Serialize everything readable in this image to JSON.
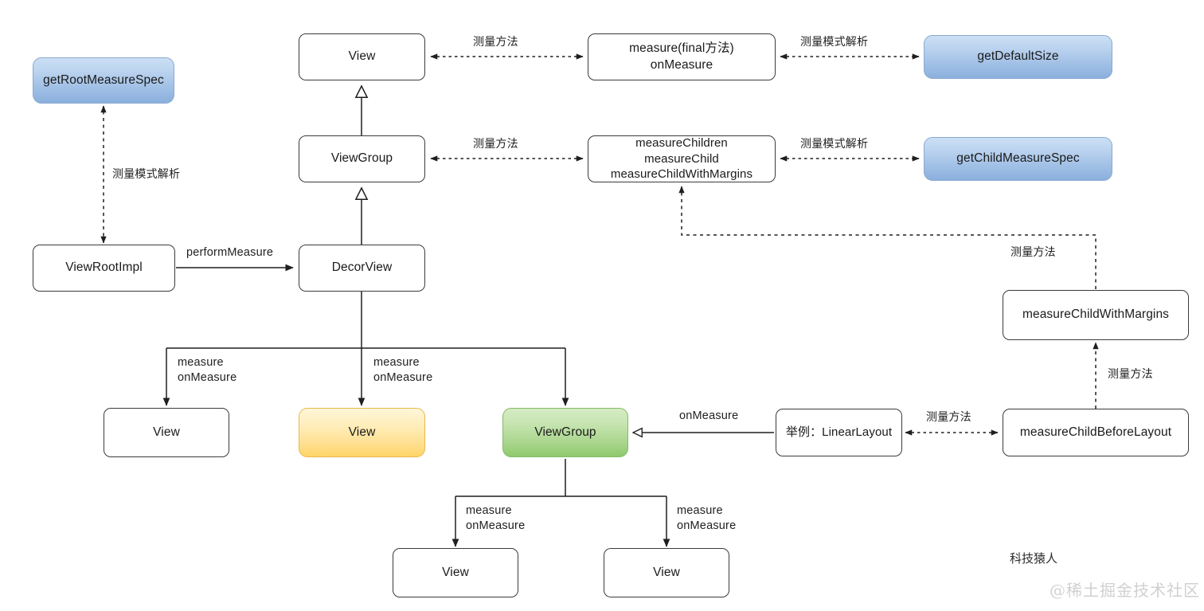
{
  "diagram": {
    "title": "Android View Measure Flow",
    "background": "#ffffff",
    "colors": {
      "blue_top": "#ccdff5",
      "blue_bottom": "#8bb0dd",
      "blue_border": "#8aa9cf",
      "yellow_top": "#fff6d9",
      "yellow_bottom": "#ffd566",
      "yellow_border": "#e8b84b",
      "green_top": "#d6ecc4",
      "green_bottom": "#8ec96d",
      "green_border": "#84ba68",
      "plain_border": "#3b3b3b",
      "text": "#1a1a1a",
      "watermark": "#d0d0d0"
    }
  },
  "nodes": {
    "get_root_measure_spec": "getRootMeasureSpec",
    "view_top": "View",
    "measure_final": "measure(final方法)\nonMeasure",
    "get_default_size": "getDefaultSize",
    "view_group_top": "ViewGroup",
    "measure_children": "measureChildren\nmeasureChild\nmeasureChildWithMargins",
    "get_child_measure_spec": "getChildMeasureSpec",
    "view_root_impl": "ViewRootImpl",
    "decor_view": "DecorView",
    "measure_child_with_margins": "measureChildWithMargins",
    "child_view_left": "View",
    "child_view_mid": "View",
    "child_view_group": "ViewGroup",
    "linear_layout": "举例：LinearLayout",
    "measure_child_before_layout": "measureChildBeforeLayout",
    "leaf_view_left": "View",
    "leaf_view_right": "View"
  },
  "edge_labels": {
    "measure_method_1": "测量方法",
    "measure_mode_parse_1": "测量模式解析",
    "measure_method_2": "测量方法",
    "measure_mode_parse_2": "测量模式解析",
    "measure_mode_parse_root": "测量模式解析",
    "perform_measure": "performMeasure",
    "measure_method_right_top": "测量方法",
    "measure_method_right_bottom": "测量方法",
    "measure_method_linear": "测量方法",
    "on_measure": "onMeasure",
    "measure_onmeasure_1": "measure\nonMeasure",
    "measure_onmeasure_2": "measure\nonMeasure",
    "measure_onmeasure_3": "measure\nonMeasure",
    "measure_onmeasure_4": "measure\nonMeasure"
  },
  "footer": {
    "credit": "科技猿人",
    "watermark": "@稀土掘金技术社区"
  }
}
